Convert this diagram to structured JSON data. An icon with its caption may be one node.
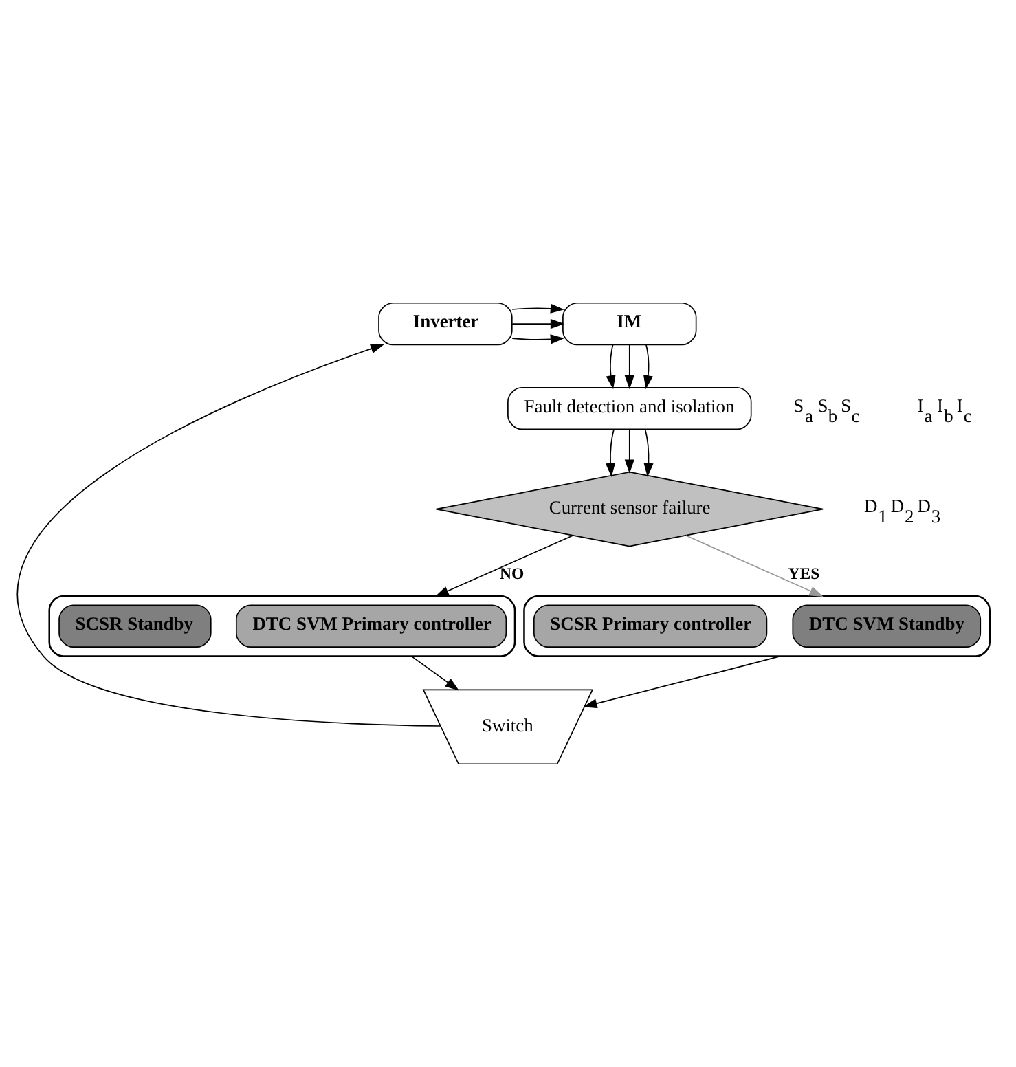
{
  "diagram": {
    "nodes": [
      {
        "text": [
          "Inverter"
        ]
      },
      {
        "text": [
          "IM"
        ]
      },
      {
        "text": [
          "Fault detection and isolation"
        ]
      },
      {
        "text": [
          "Current sensor failure"
        ]
      },
      {
        "text": [],
        "shape": "box"
      },
      {
        "text": [
          "DTC SVM Primary controller"
        ],
        "in": 4
      },
      {
        "text": [
          "SCSR Standby"
        ],
        "in": 4
      },
      {
        "text": [],
        "shape": "box"
      },
      {
        "text": [
          "DTC SVM Standby"
        ],
        "in": 7
      },
      {
        "text": [
          "SCSR Primary controller"
        ],
        "in": 7
      },
      {
        "text": [
          "Switch"
        ]
      }
    ],
    "edges": [
      {
        "from": 0,
        "to": 1,
        "arrow": "to"
      },
      {
        "from": 0,
        "to": 1,
        "arrow": "to"
      },
      {
        "from": 0,
        "to": 1,
        "arrow": "to"
      },
      {
        "from": 1,
        "to": 2,
        "arrow": "to"
      },
      {
        "from": 1,
        "to": 2,
        "arrow": "to"
      },
      {
        "from": 1,
        "to": 2,
        "arrow": "to"
      },
      {
        "from": 2,
        "to": 3,
        "arrow": "to"
      },
      {
        "from": 2,
        "to": 3,
        "arrow": "to"
      },
      {
        "from": 2,
        "to": 3,
        "arrow": "to"
      },
      {
        "from": 3,
        "to": 4,
        "arrow": "to",
        "label": "NO"
      },
      {
        "from": 3,
        "to": 7,
        "arrow": "to",
        "label": "YES",
        "color": "#999999"
      },
      {
        "from": 4,
        "to": 10,
        "arrow": "to"
      },
      {
        "from": 7,
        "to": 10,
        "arrow": "to"
      },
      {
        "from": 10,
        "to": 0,
        "arrow": "to"
      }
    ],
    "labels": [
      "S$_{a}$ S$_{b}$ S$_{c}$",
      "I$_{a}$ I$_{b}$ I$_{c}$",
      "D$_{1}$ D$_{2}$ D$_{3}$"
    ]
  }
}
